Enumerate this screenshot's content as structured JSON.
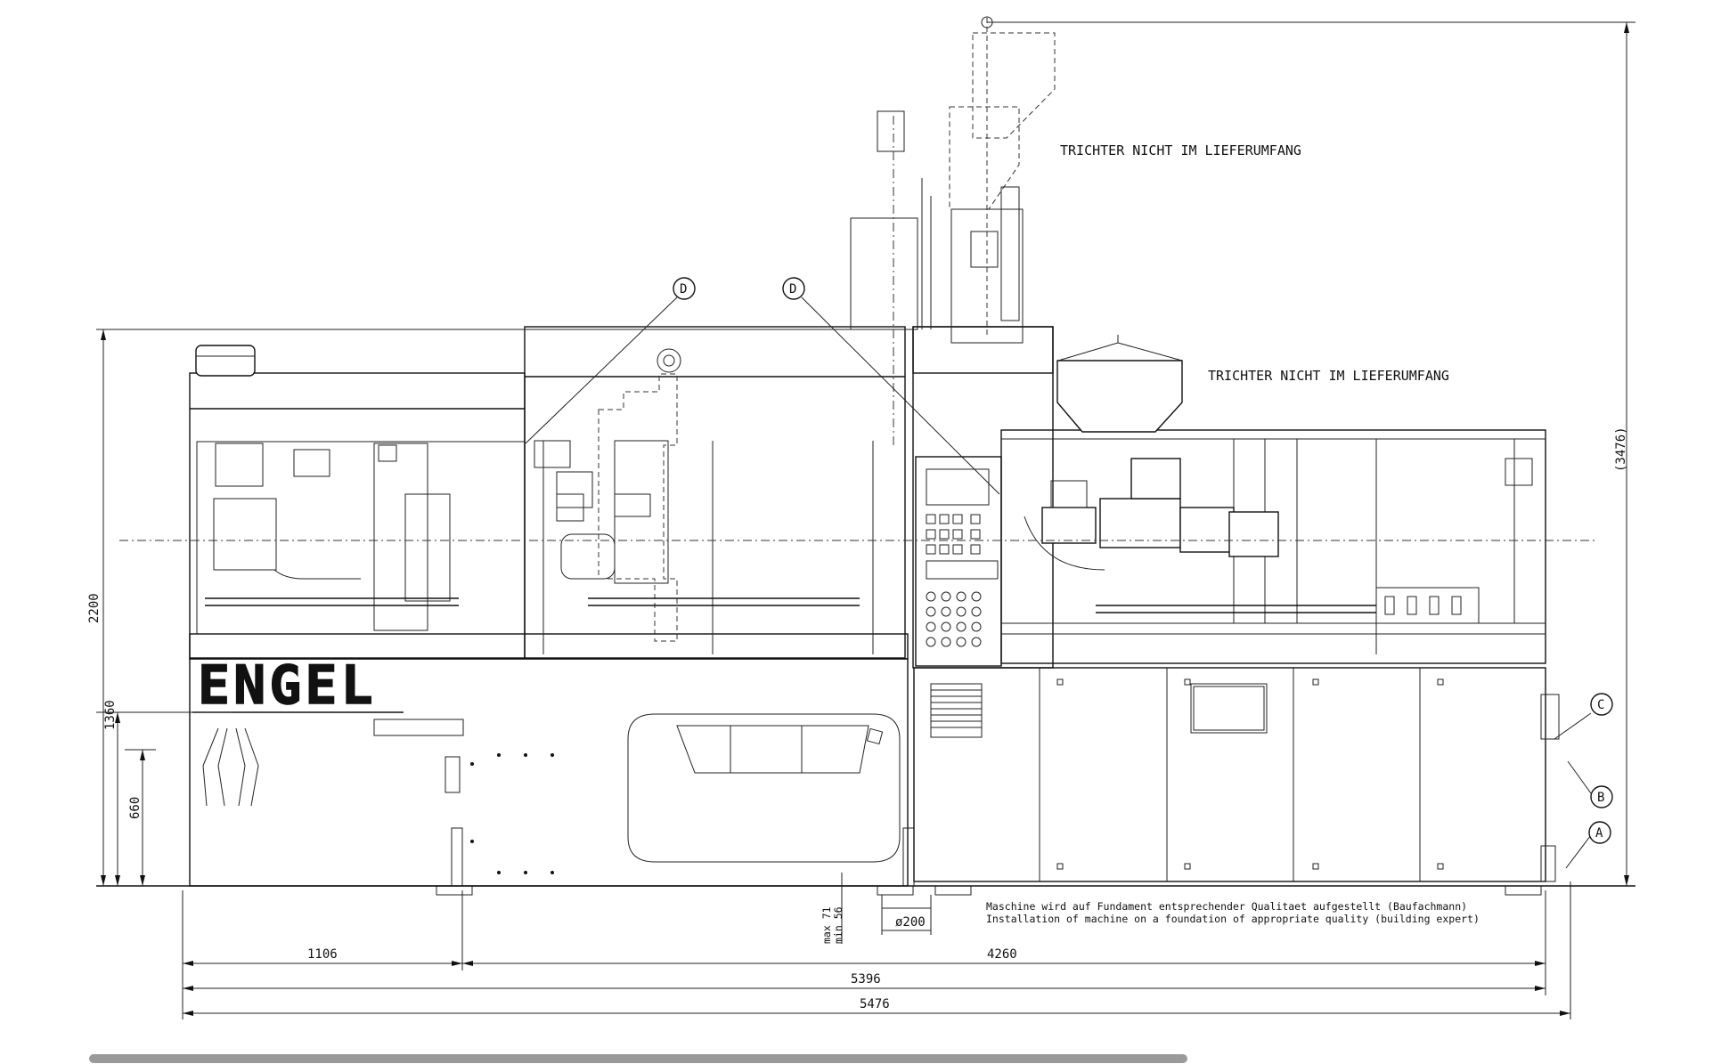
{
  "notes": {
    "hopper_top": "TRICHTER NICHT IM LIEFERUMFANG",
    "hopper_mid": "TRICHTER NICHT IM LIEFERUMFANG",
    "foundation_de": "Maschine wird auf Fundament entsprechender Qualitaet aufgestellt (Baufachmann)",
    "foundation_en": "Installation of machine on a foundation of appropriate quality (building expert)"
  },
  "brand": "ENGEL",
  "dimensions": {
    "d1106": "1106",
    "d4260": "4260",
    "d5396": "5396",
    "d5476": "5476",
    "height_total": "(3476)",
    "h2200": "2200",
    "h1360": "1360",
    "h660": "660",
    "foot_diameter": "ø200",
    "level_max": "max 71",
    "level_min": "min 56"
  },
  "markers": {
    "d_left": "D",
    "d_right": "D",
    "c": "C",
    "b": "B",
    "a": "A"
  }
}
